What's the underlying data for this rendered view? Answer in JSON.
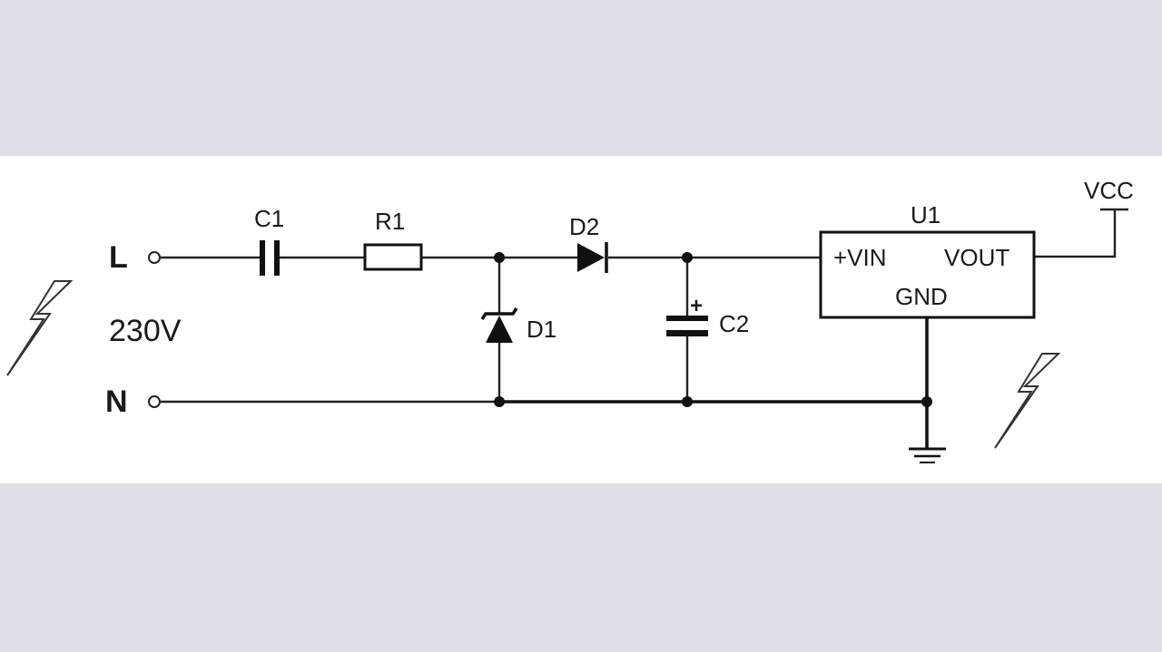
{
  "supply": {
    "line_terminal": "L",
    "neutral_terminal": "N",
    "voltage": "230V"
  },
  "components": {
    "c1": "C1",
    "r1": "R1",
    "d1": "D1",
    "d2": "D2",
    "c2": "C2",
    "c2_polarity": "+",
    "u1": "U1"
  },
  "regulator": {
    "pin_vin": "+VIN",
    "pin_vout": "VOUT",
    "pin_gnd": "GND"
  },
  "output": {
    "rail": "VCC"
  },
  "colors": {
    "background": "#dfe1e8",
    "panel": "#ffffff",
    "ink": "#111111"
  },
  "icons": [
    "lightning-icon",
    "ground-icon"
  ]
}
